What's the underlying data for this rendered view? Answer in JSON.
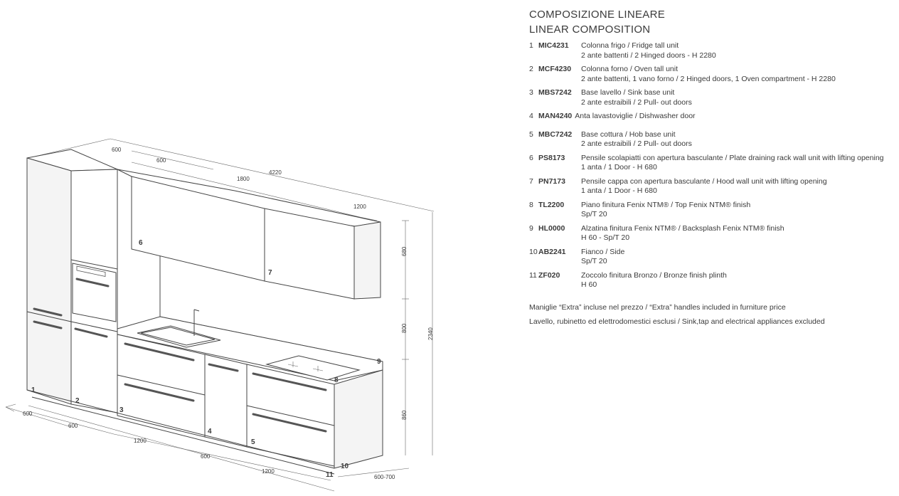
{
  "header": {
    "title_it": "COMPOSIZIONE LINEARE",
    "title_en": "LINEAR COMPOSITION"
  },
  "items": [
    {
      "n": "1",
      "code": "MIC4231",
      "line1": "Colonna frigo / Fridge tall unit",
      "line2": "2 ante battenti / 2 Hinged doors - H 2280"
    },
    {
      "n": "2",
      "code": "MCF4230",
      "line1": "Colonna forno / Oven tall unit",
      "line2": "2 ante battenti, 1 vano forno / 2 Hinged doors, 1 Oven compartment - H 2280"
    },
    {
      "n": "3",
      "code": "MBS7242",
      "line1": "Base lavello / Sink base unit",
      "line2": "2 ante estraibili / 2 Pull- out doors"
    },
    {
      "n": "4",
      "code": "MAN4240",
      "line1": "Anta lavastoviglie / Dishwasher door",
      "line2": ""
    },
    {
      "n": "5",
      "code": "MBC7242",
      "line1": "Base cottura / Hob base unit",
      "line2": "2 ante estraibili / 2 Pull- out doors"
    },
    {
      "n": "6",
      "code": "PS8173",
      "line1": "Pensile scolapiatti con apertura basculante / Plate draining rack wall unit with lifting opening",
      "line2": "1 anta / 1 Door - H 680"
    },
    {
      "n": "7",
      "code": "PN7173",
      "line1": "Pensile cappa con apertura basculante / Hood wall unit with lifting opening",
      "line2": "1 anta / 1 Door - H 680"
    },
    {
      "n": "8",
      "code": "TL2200",
      "line1": "Piano finitura Fenix NTM® / Top Fenix NTM® finish",
      "line2": "Sp/T 20"
    },
    {
      "n": "9",
      "code": "HL0000",
      "line1": "Alzatina finitura Fenix NTM® / Backsplash Fenix NTM® finish",
      "line2": "H 60 - Sp/T 20"
    },
    {
      "n": "10",
      "code": "AB2241",
      "line1": "Fianco / Side",
      "line2": "Sp/T 20"
    },
    {
      "n": "11",
      "code": "ZF020",
      "line1": "Zoccolo finitura Bronzo / Bronze finish plinth",
      "line2": "H 60"
    }
  ],
  "notes": {
    "handles": "Maniglie “Extra” incluse nel prezzo / “Extra” handles included in furniture price",
    "excluded": "Lavello, rubinetto ed elettrodomestici esclusi / Sink,tap and electrical appliances excluded"
  },
  "drawing": {
    "dims_top": {
      "d600a": "600",
      "d600b": "600",
      "d1800": "1800",
      "d4220": "4220",
      "d1200": "1200"
    },
    "dims_right": {
      "d680": "680",
      "d800": "800",
      "d2340": "2340",
      "d860": "860"
    },
    "dims_bottom": {
      "d600a": "600",
      "d600b": "600",
      "d1200a": "1200",
      "d600c": "600",
      "d1200b": "1200",
      "d600_700": "600-700"
    },
    "labels": {
      "n1": "1",
      "n2": "2",
      "n3": "3",
      "n4": "4",
      "n5": "5",
      "n6": "6",
      "n7": "7",
      "n8": "8",
      "n9": "9",
      "n10": "10",
      "n11": "11"
    }
  }
}
